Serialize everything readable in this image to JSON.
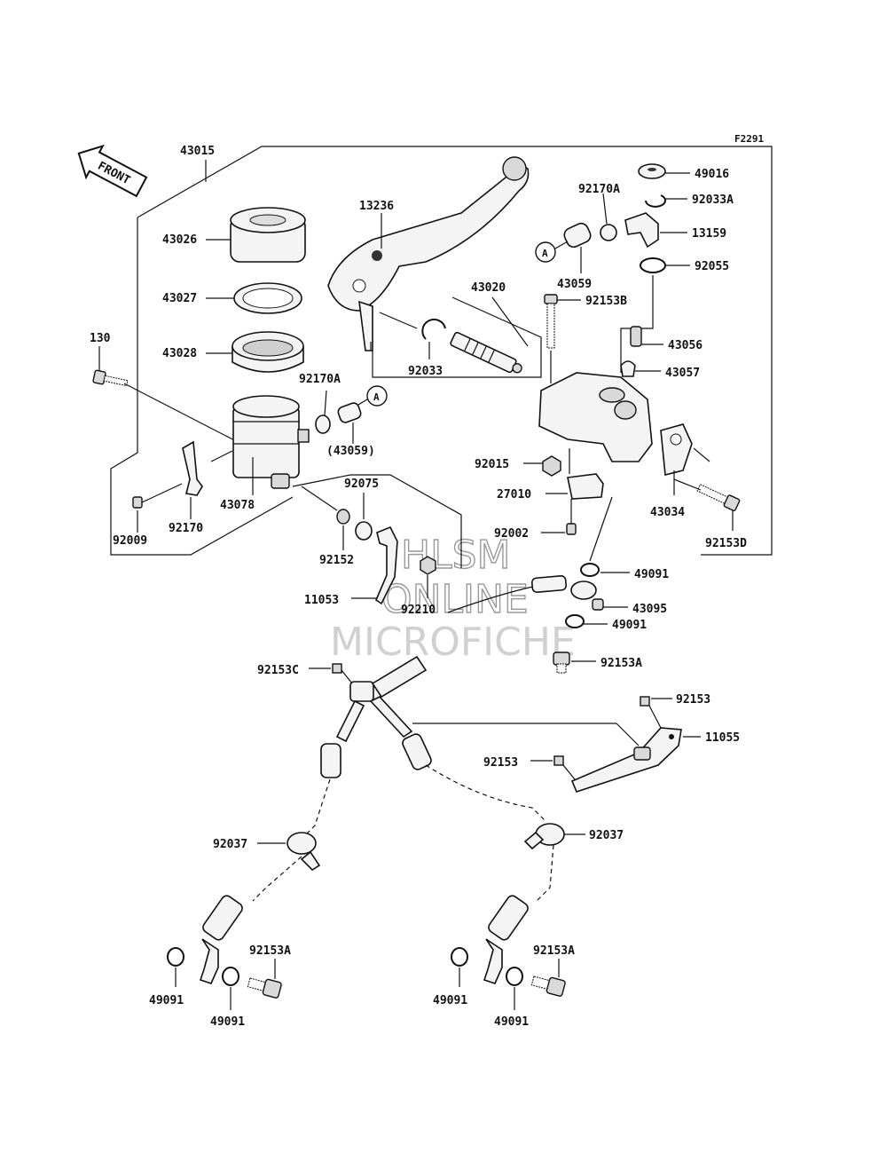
{
  "diagram": {
    "figure_code": "F2291",
    "front_label": "FRONT",
    "callout_a": "A",
    "watermark": [
      "HLSM",
      "ONLINE",
      "MICROFICHE"
    ],
    "labels": {
      "l43015": "43015",
      "l49016": "49016",
      "l92170A_top": "92170A",
      "l92033A": "92033A",
      "l13236": "13236",
      "l13159": "13159",
      "l43026": "43026",
      "l43059_top": "43059",
      "l92055": "92055",
      "l43027": "43027",
      "l43020": "43020",
      "l92153B": "92153B",
      "l130": "130",
      "l43028": "43028",
      "l43056": "43056",
      "l92033": "92033",
      "l43057": "43057",
      "l92170A_mid": "92170A",
      "l43059_paren": "(43059)",
      "l92015": "92015",
      "l27010": "27010",
      "l43078": "43078",
      "l92075": "92075",
      "l43034": "43034",
      "l92009": "92009",
      "l92170": "92170",
      "l92152": "92152",
      "l92002": "92002",
      "l92153D": "92153D",
      "l49091_a": "49091",
      "l11053": "11053",
      "l92210": "92210",
      "l43095": "43095",
      "l49091_b": "49091",
      "l92153A_a": "92153A",
      "l92153C": "92153C",
      "l92153_a": "92153",
      "l11055": "11055",
      "l92153_b": "92153",
      "l92037_a": "92037",
      "l92037_b": "92037",
      "l92153A_b": "92153A",
      "l92153A_c": "92153A",
      "l49091_c": "49091",
      "l49091_d": "49091",
      "l49091_e": "49091",
      "l49091_f": "49091"
    }
  }
}
